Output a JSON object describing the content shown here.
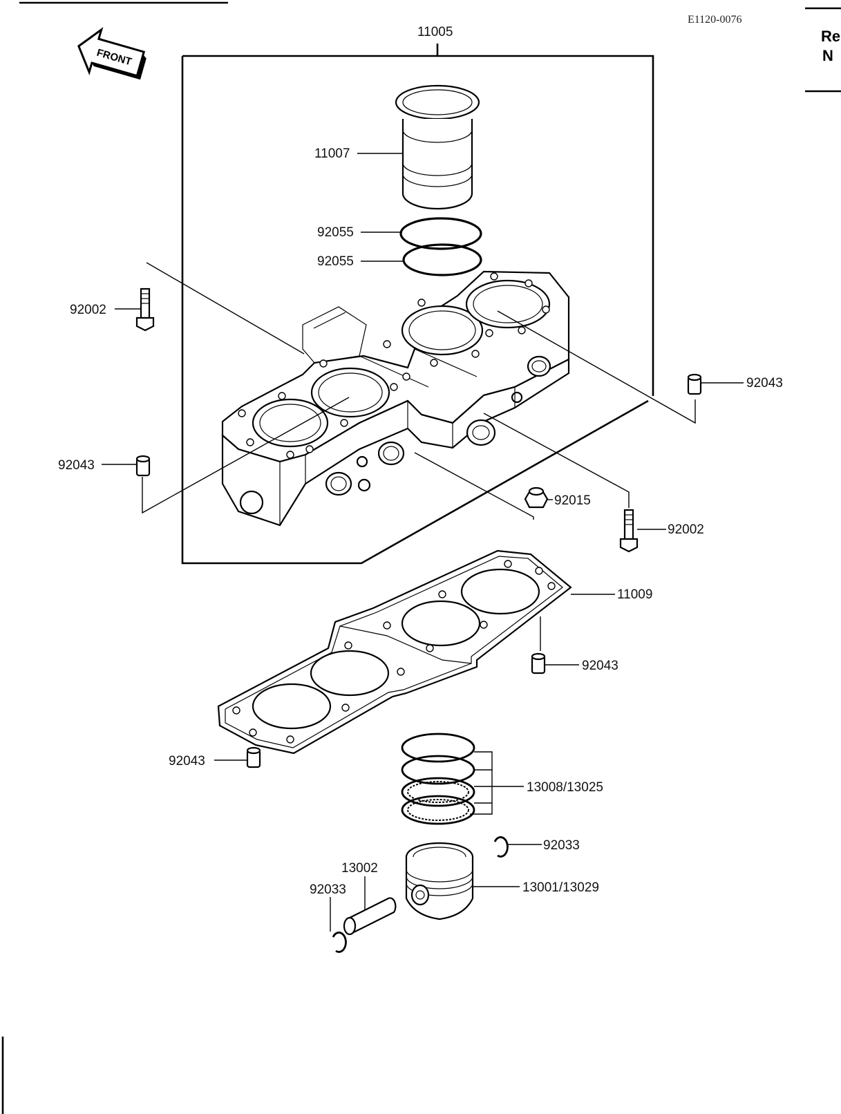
{
  "figure_code": "E1120-0076",
  "edge_text": [
    "Re",
    "N"
  ],
  "front_label": "FRONT",
  "callouts": {
    "c11005": "11005",
    "c11007": "11007",
    "c92055a": "92055",
    "c92055b": "92055",
    "c92002a": "92002",
    "c92043a": "92043",
    "c92043b": "92043",
    "c92015": "92015",
    "c92002b": "92002",
    "c11009": "11009",
    "c92043c": "92043",
    "c92043d": "92043",
    "c13008": "13008/13025",
    "c92033a": "92033",
    "c13002": "13002",
    "c92033b": "92033",
    "c13001": "13001/13029"
  }
}
